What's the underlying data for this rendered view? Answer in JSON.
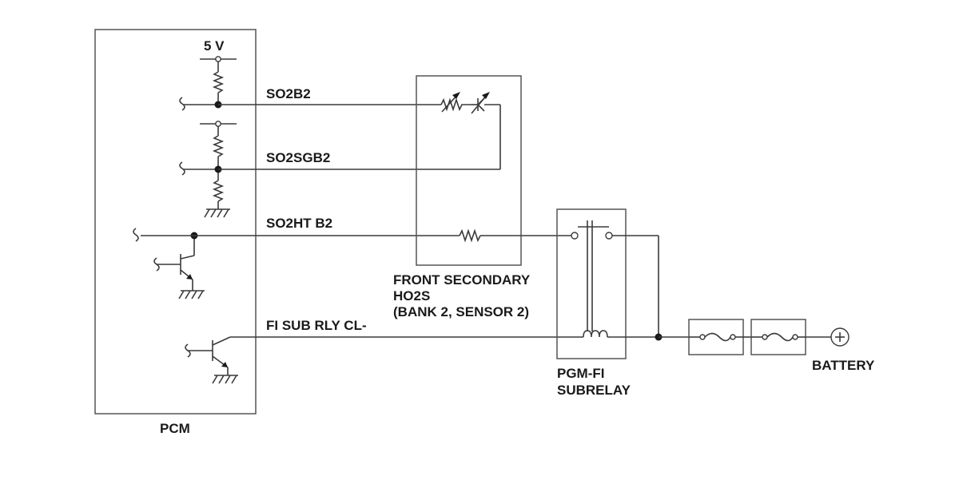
{
  "labels": {
    "supply": "5 V",
    "so2b2": "SO2B2",
    "so2sgb2": "SO2SGB2",
    "so2htb2": "SO2HT B2",
    "fisubrly": "FI SUB RLY CL-",
    "pcm": "PCM",
    "ho2s_line1": "FRONT SECONDARY",
    "ho2s_line2": "HO2S",
    "ho2s_line3": "(BANK 2, SENSOR 2)",
    "subrelay_line1": "PGM-FI",
    "subrelay_line2": "SUBRELAY",
    "battery": "BATTERY"
  },
  "components": {
    "pcm": "pcm-block",
    "sensor": "ho2s-sensor-block",
    "relay": "pgm-fi-subrelay-block",
    "fuses": [
      "fuse-1",
      "fuse-2"
    ],
    "battery_symbol": "plus-in-circle"
  }
}
